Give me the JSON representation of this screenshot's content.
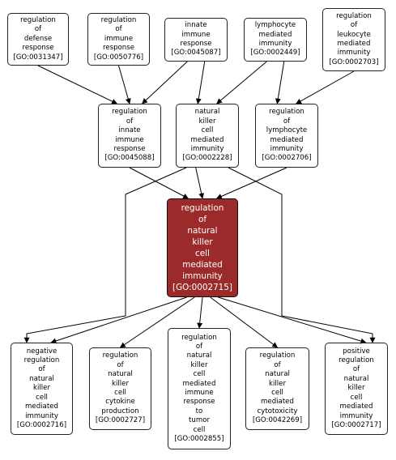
{
  "nodes": [
    {
      "id": "n1",
      "label": "regulation\nof\ndefense\nresponse\n[GO:0031347]",
      "style": "normal"
    },
    {
      "id": "n2",
      "label": "regulation\nof\nimmune\nresponse\n[GO:0050776]",
      "style": "normal"
    },
    {
      "id": "n3",
      "label": "innate\nimmune\nresponse\n[GO:0045087]",
      "style": "normal"
    },
    {
      "id": "n4",
      "label": "lymphocyte\nmediated\nimmunity\n[GO:0002449]",
      "style": "normal"
    },
    {
      "id": "n5",
      "label": "regulation\nof\nleukocyte\nmediated\nimmunity\n[GO:0002703]",
      "style": "normal"
    },
    {
      "id": "n6",
      "label": "regulation\nof\ninnate\nimmune\nresponse\n[GO:0045088]",
      "style": "normal"
    },
    {
      "id": "n7",
      "label": "natural\nkiller\ncell\nmediated\nimmunity\n[GO:0002228]",
      "style": "normal"
    },
    {
      "id": "n8",
      "label": "regulation\nof\nlymphocyte\nmediated\nimmunity\n[GO:0002706]",
      "style": "normal"
    },
    {
      "id": "n9",
      "label": "regulation\nof\nnatural\nkiller\ncell\nmediated\nimmunity\n[GO:0002715]",
      "style": "focus"
    },
    {
      "id": "n10",
      "label": "negative\nregulation\nof\nnatural\nkiller\ncell\nmediated\nimmunity\n[GO:0002716]",
      "style": "normal"
    },
    {
      "id": "n11",
      "label": "regulation\nof\nnatural\nkiller\ncell\ncytokine\nproduction\n[GO:0002727]",
      "style": "normal"
    },
    {
      "id": "n12",
      "label": "regulation\nof\nnatural\nkiller\ncell\nmediated\nimmune\nresponse\nto\ntumor\ncell\n[GO:0002855]",
      "style": "normal"
    },
    {
      "id": "n13",
      "label": "regulation\nof\nnatural\nkiller\ncell\nmediated\ncytotoxicity\n[GO:0042269]",
      "style": "normal"
    },
    {
      "id": "n14",
      "label": "positive\nregulation\nof\nnatural\nkiller\ncell\nmediated\nimmunity\n[GO:0002717]",
      "style": "normal"
    }
  ],
  "edges": [
    {
      "from": "n1",
      "to": "n6"
    },
    {
      "from": "n2",
      "to": "n6"
    },
    {
      "from": "n3",
      "to": "n6"
    },
    {
      "from": "n3",
      "to": "n7"
    },
    {
      "from": "n4",
      "to": "n7"
    },
    {
      "from": "n4",
      "to": "n8"
    },
    {
      "from": "n5",
      "to": "n8"
    },
    {
      "from": "n6",
      "to": "n9"
    },
    {
      "from": "n7",
      "to": "n9"
    },
    {
      "from": "n8",
      "to": "n9"
    },
    {
      "from": "n7",
      "to": "n10"
    },
    {
      "from": "n7",
      "to": "n14"
    },
    {
      "from": "n9",
      "to": "n10"
    },
    {
      "from": "n9",
      "to": "n11"
    },
    {
      "from": "n9",
      "to": "n12"
    },
    {
      "from": "n9",
      "to": "n13"
    },
    {
      "from": "n9",
      "to": "n14"
    }
  ],
  "colors": {
    "node_fill": "#f98780",
    "focus_fill": "#9b2b2b",
    "edge": "#000000"
  }
}
